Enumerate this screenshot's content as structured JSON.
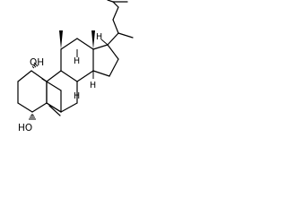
{
  "structure": {
    "atom_labels": {
      "hydroxyl_top": "OH",
      "hydroxyl_left": "HO",
      "h_c8": "H",
      "h_c9": "H",
      "h_c14": "H",
      "h_c17": "H"
    },
    "colors": {
      "ink": "#000000",
      "background": "#ffffff"
    }
  }
}
